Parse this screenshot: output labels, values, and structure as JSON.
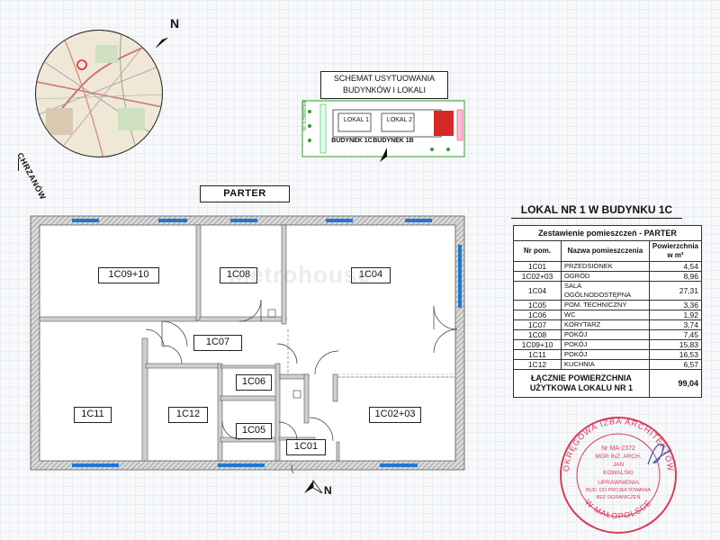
{
  "header": {
    "north_label": "N",
    "city_label": "CHRZANÓW"
  },
  "schematic": {
    "title_line1": "SCHEMAT USYTUOWANIA",
    "title_line2": "BUDYNKÓW I LOKALI",
    "lokal1": "LOKAL 1",
    "lokal2": "LOKAL 2",
    "building1": "BUDYNEK 1C",
    "building2": "BUDYNEK 1B",
    "street": "ul. Łowiecka"
  },
  "plan": {
    "floor_label": "PARTER",
    "rooms": {
      "r1c09": "1C09+10",
      "r1c08": "1C08",
      "r1c04": "1C04",
      "r1c07": "1C07",
      "r1c06": "1C06",
      "r1c11": "1C11",
      "r1c12": "1C12",
      "r1c05": "1C05",
      "r1c02": "1C02+03",
      "r1c01": "1C01"
    },
    "entry_north": "N"
  },
  "table": {
    "title": "LOKAL NR 1 W BUDYNKU 1C",
    "caption": "Zestawienie pomieszczeń - PARTER",
    "col_nr": "Nr pom.",
    "col_name": "Nazwa pomieszczenia",
    "col_area_l1": "Powierzchnia",
    "col_area_l2": "w m²",
    "rows": [
      {
        "nr": "1C01",
        "name": "PRZEDSIONEK",
        "area": "4,54"
      },
      {
        "nr": "1C02+03",
        "name": "OGRÓD",
        "area": "8,96"
      },
      {
        "nr": "1C04",
        "name": "SALA OGÓLNODOSTĘPNA",
        "area": "27,31"
      },
      {
        "nr": "1C05",
        "name": "POM. TECHNICZNY",
        "area": "3,36"
      },
      {
        "nr": "1C06",
        "name": "WC",
        "area": "1,92"
      },
      {
        "nr": "1C07",
        "name": "KORYTARZ",
        "area": "3,74"
      },
      {
        "nr": "1C08",
        "name": "POKÓJ",
        "area": "7,45"
      },
      {
        "nr": "1C09+10",
        "name": "POKÓJ",
        "area": "15,83"
      },
      {
        "nr": "1C11",
        "name": "POKÓJ",
        "area": "16,53"
      },
      {
        "nr": "1C12",
        "name": "KUCHNIA",
        "area": "6,57"
      }
    ],
    "total_label_l1": "ŁĄCZNIE POWIERZCHNIA",
    "total_label_l2": "UŻYTKOWA LOKALU NR 1",
    "total_value": "99,04"
  },
  "stamp": {
    "ring_top": "OKRĘGOWA IZBA ARCHITEKTÓW",
    "ring_bottom": "W MAŁOPOLSCE",
    "line1": "Nr MA-2372",
    "line2": "MGR INŻ. ARCH.",
    "line3": "JAN",
    "line4": "KOWALSKI",
    "line5": "UPRAWNIENIA",
    "line6": "BUD. DO PROJEKTOWANIA",
    "line7": "BEZ OGRANICZEŃ",
    "color": "#d63b5a"
  },
  "watermark": "metrohouse",
  "colors": {
    "window": "#1e78d2",
    "wall": "#8a8a8a",
    "green": "#2aa02a",
    "red": "#d62828"
  }
}
